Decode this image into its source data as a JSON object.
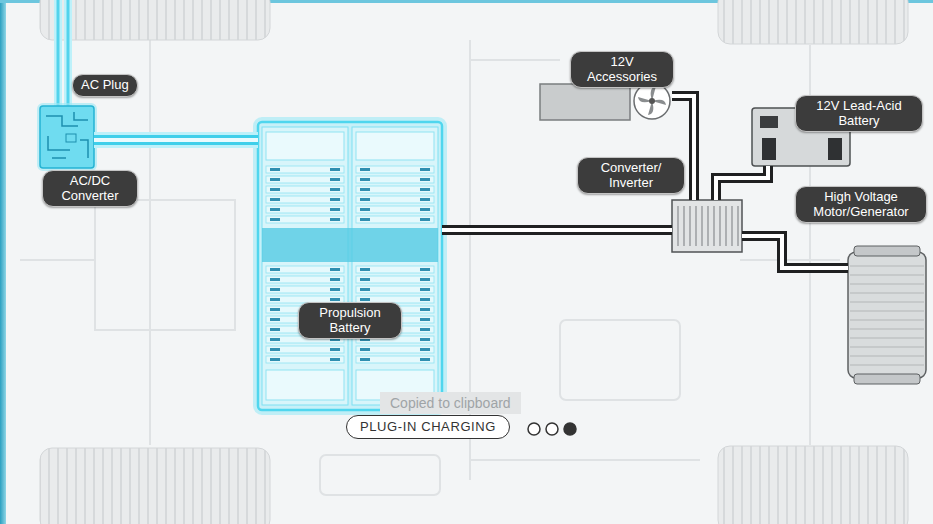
{
  "diagram": {
    "nodes": [
      {
        "text": [
          "AC Plug"
        ]
      },
      {
        "text": [
          "AC/DC Converter"
        ]
      },
      {
        "text": [
          "Propulsion Battery"
        ]
      },
      {
        "text": [
          "12V Accessories"
        ]
      },
      {
        "text": [
          "Converter/ Inverter"
        ]
      },
      {
        "text": [
          "12V Lead-Acid Battery"
        ]
      },
      {
        "text": [
          "High Voltage Motor/Generator"
        ]
      },
      {
        "text": [
          "PLUG-IN CHARGING"
        ]
      }
    ],
    "edges": [
      {
        "from": 1,
        "to": 2,
        "arrow": "none"
      },
      {
        "from": 2,
        "to": 4,
        "arrow": "none"
      },
      {
        "from": 4,
        "to": 3,
        "arrow": "none"
      },
      {
        "from": 4,
        "to": 5,
        "arrow": "none"
      },
      {
        "from": 4,
        "to": 6,
        "arrow": "none"
      }
    ],
    "labels": [
      "Copied to clipboard"
    ]
  }
}
